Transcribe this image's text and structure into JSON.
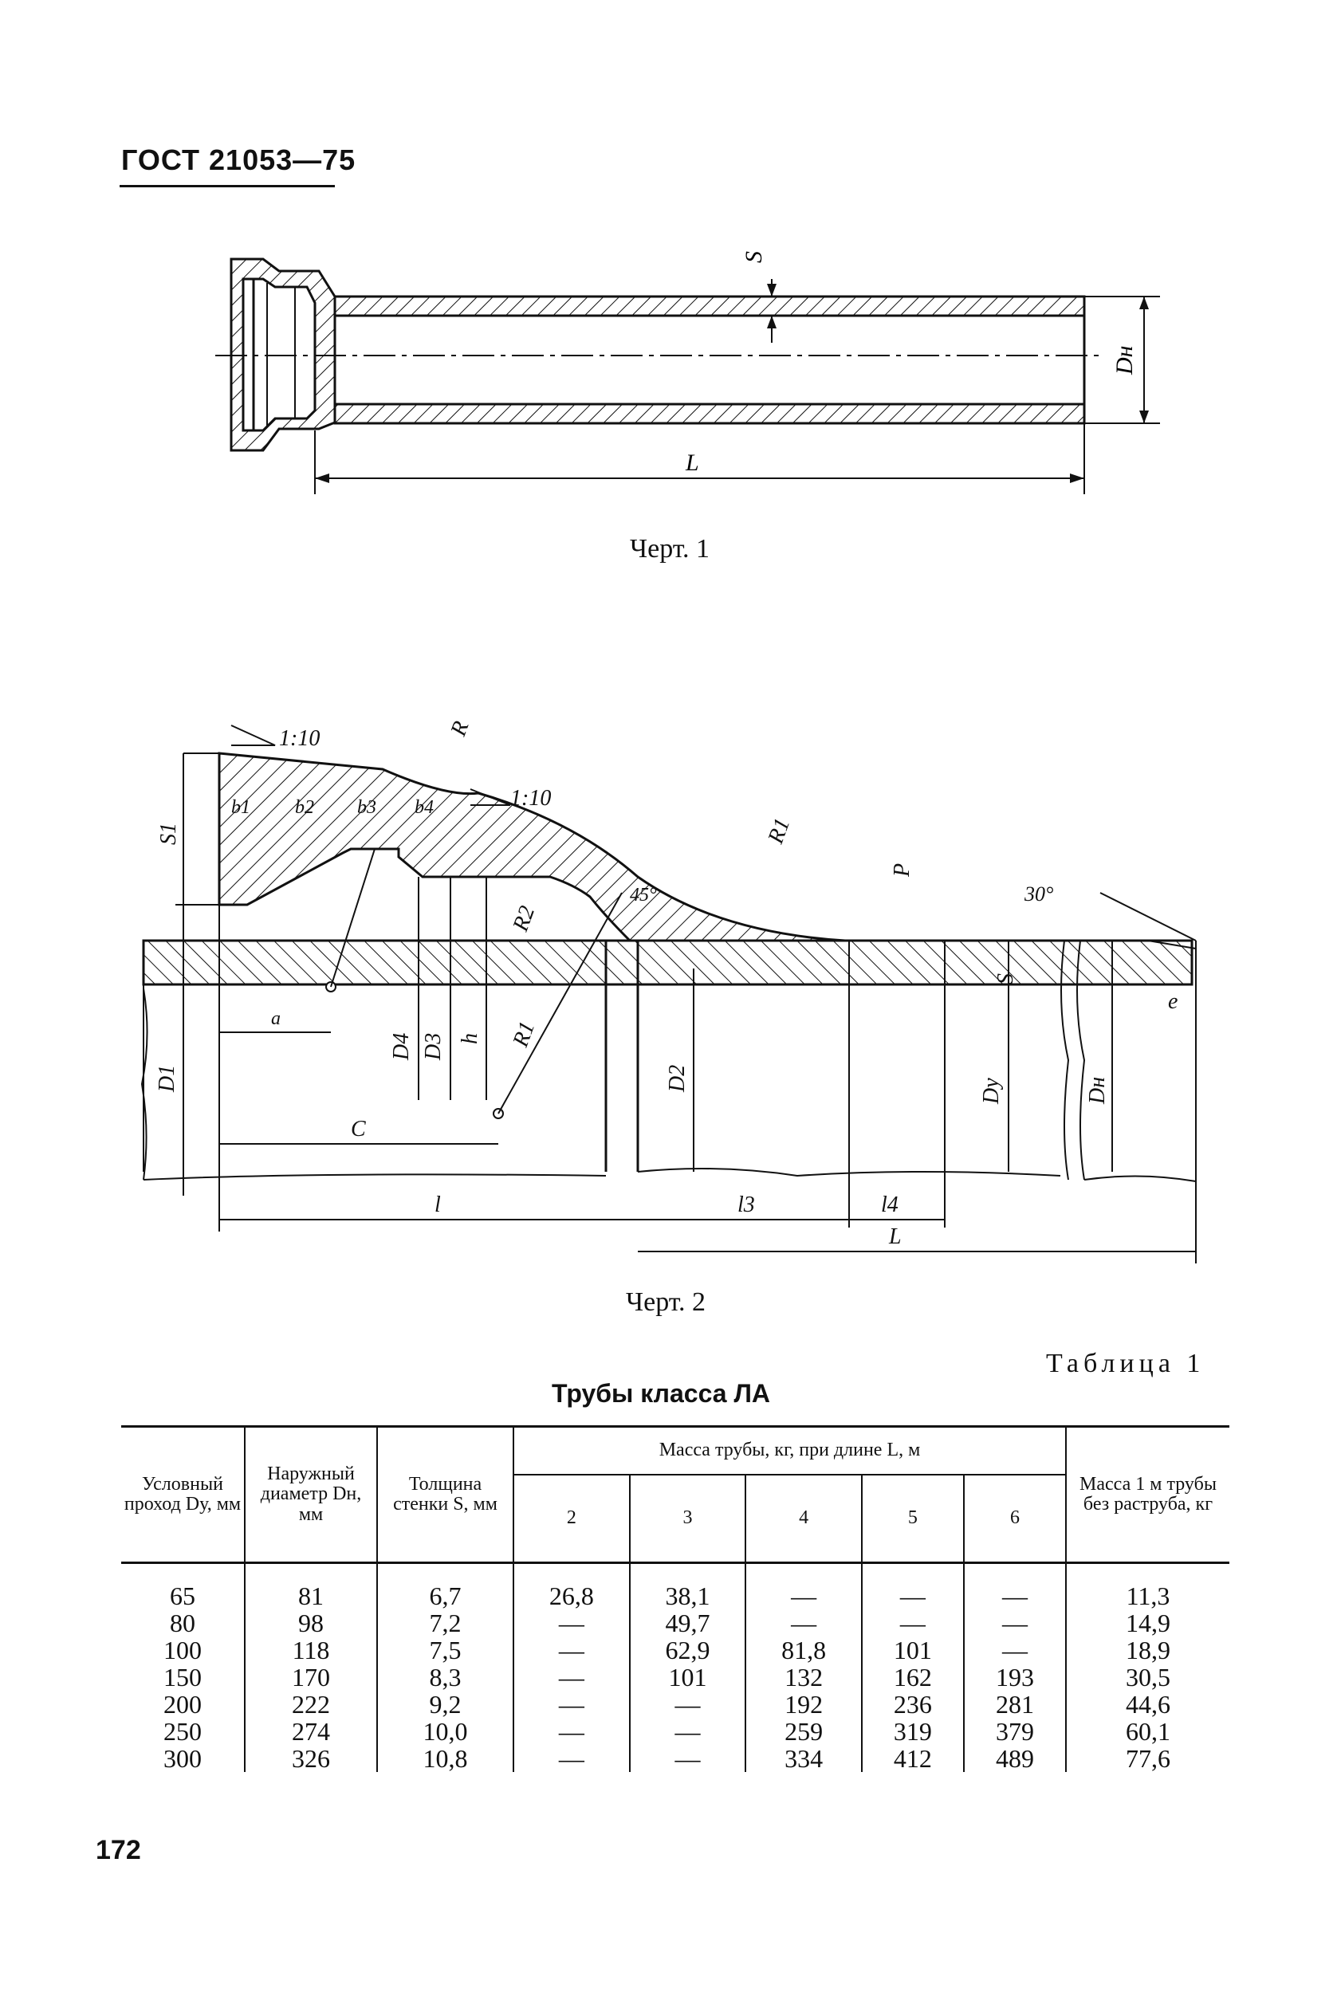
{
  "header": {
    "doc_code": "ГОСТ 21053—75"
  },
  "figure1": {
    "caption": "Черт. 1",
    "labels": {
      "s": "S",
      "dn": "Dн",
      "l": "L"
    }
  },
  "figure2": {
    "caption": "Черт. 2",
    "labels": {
      "taper1": "1:10",
      "taper2": "1:10",
      "r": "R",
      "r1_top": "R1",
      "r1_bottom": "R1",
      "r2": "R2",
      "s1": "S1",
      "b1": "b1",
      "b2": "b2",
      "b3": "b3",
      "b4": "b4",
      "angle45": "45°",
      "angle30": "30°",
      "p": "P",
      "s": "S",
      "e": "e",
      "a": "a",
      "c": "C",
      "l_small": "l",
      "l3": "l3",
      "l4": "l4",
      "l_big": "L",
      "d1": "D1",
      "d2": "D2",
      "d3": "D3",
      "d4": "D4",
      "h": "h",
      "dy": "Dу",
      "dn": "Dн"
    }
  },
  "table": {
    "label": "Таблица 1",
    "title": "Трубы класса ЛА",
    "headers": {
      "nominal": "Условный проход Dу, мм",
      "outer": "Наружный диаметр Dн, мм",
      "wall": "Толщина стенки S, мм",
      "mass_group": "Масса трубы, кг, при длине L, м",
      "lengths": [
        "2",
        "3",
        "4",
        "5",
        "6"
      ],
      "mass_per_m": "Масса 1 м трубы без раструба, кг"
    },
    "rows": [
      [
        "65",
        "81",
        "6,7",
        "26,8",
        "38,1",
        "—",
        "—",
        "—",
        "11,3"
      ],
      [
        "80",
        "98",
        "7,2",
        "—",
        "49,7",
        "—",
        "—",
        "—",
        "14,9"
      ],
      [
        "100",
        "118",
        "7,5",
        "—",
        "62,9",
        "81,8",
        "101",
        "—",
        "18,9"
      ],
      [
        "150",
        "170",
        "8,3",
        "—",
        "101",
        "132",
        "162",
        "193",
        "30,5"
      ],
      [
        "200",
        "222",
        "9,2",
        "—",
        "—",
        "192",
        "236",
        "281",
        "44,6"
      ],
      [
        "250",
        "274",
        "10,0",
        "—",
        "—",
        "259",
        "319",
        "379",
        "60,1"
      ],
      [
        "300",
        "326",
        "10,8",
        "—",
        "—",
        "334",
        "412",
        "489",
        "77,6"
      ]
    ]
  },
  "page_number": "172"
}
